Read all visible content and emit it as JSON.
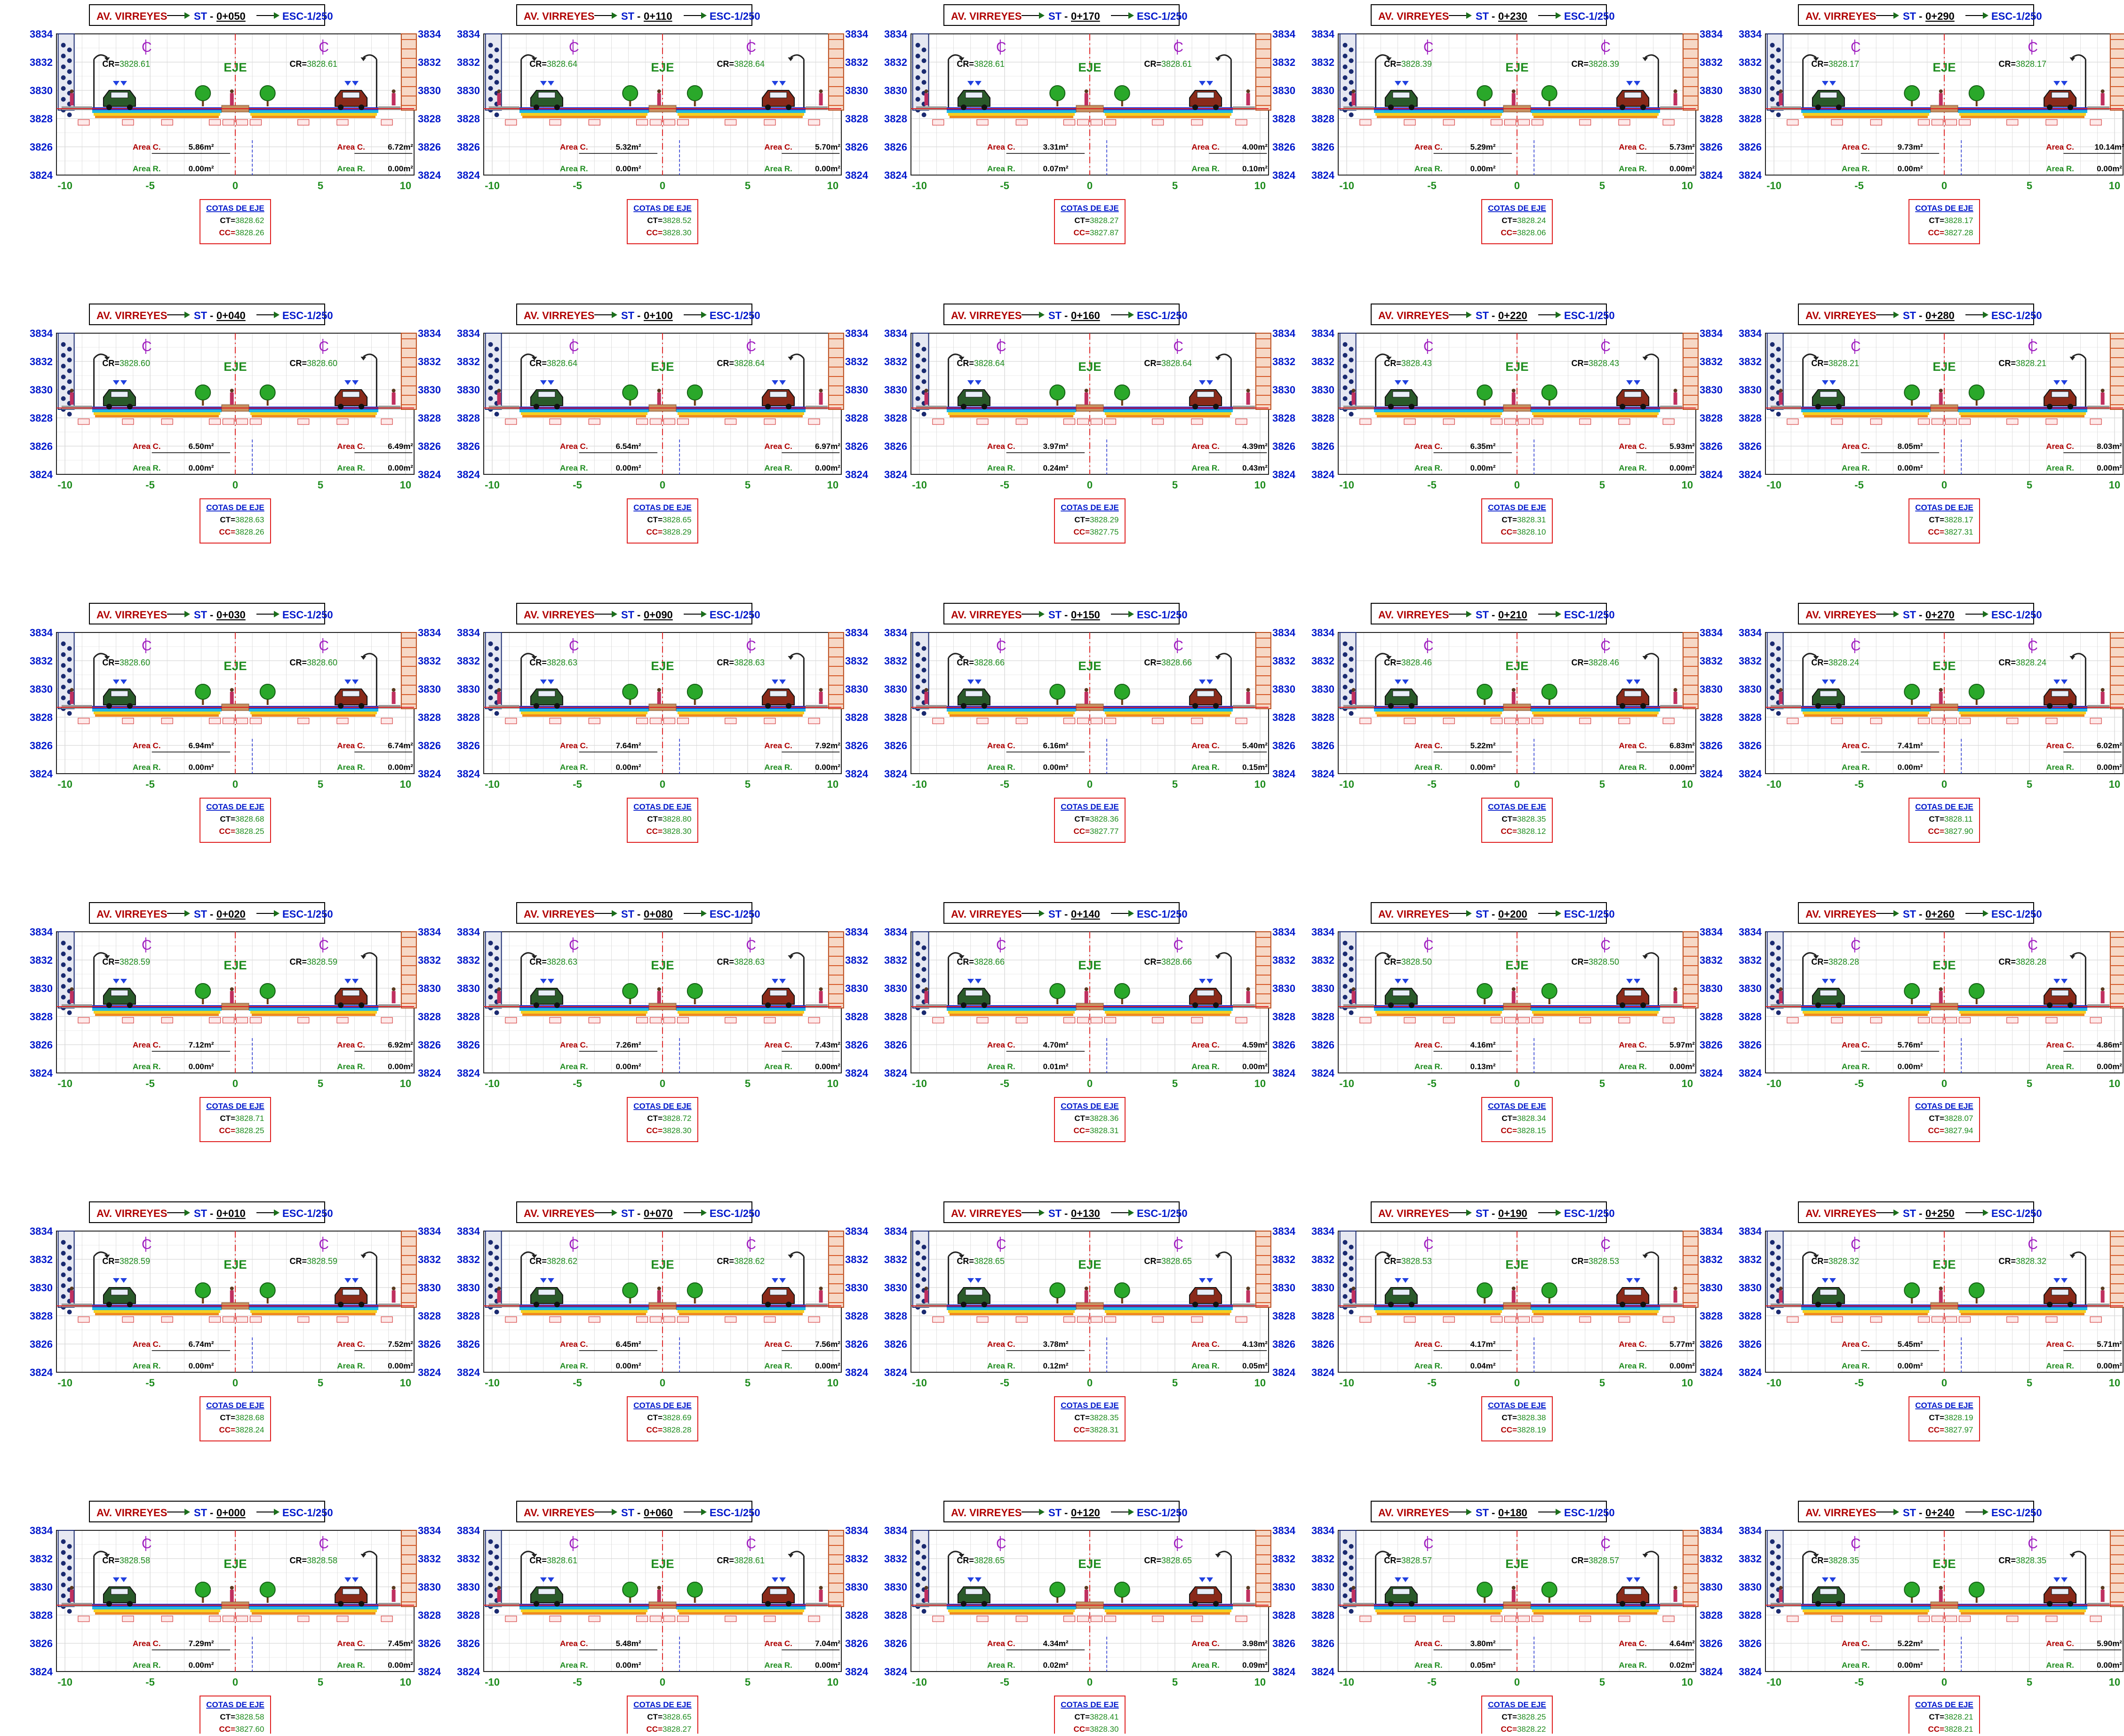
{
  "road_name": "AV. VIRREYES",
  "st_label": "ST",
  "scale_label": "ESC-1/250",
  "eje_label": "EJE",
  "cl_symbol": "C",
  "cota_title": "COTAS DE EJE",
  "ct_prefix": "CT= ",
  "cc_prefix": "CC=",
  "cr_prefix": "CR=",
  "area_c_label": "Area C.",
  "area_r_label": "Area R.",
  "y_ticks": [
    "3834",
    "3832",
    "3830",
    "3828",
    "3826",
    "3824"
  ],
  "x_ticks": [
    "-10",
    "-5",
    "0",
    "5",
    "10"
  ],
  "colors": {
    "title_red": "#b00000",
    "station_blue": "#0018cc",
    "axis_blue": "#0018cc",
    "eje_green": "#1e8c1e",
    "cl_purple": "#a020c0",
    "cota_border": "#e02020",
    "terrain_red": "#e02020",
    "grid": "#d8d8d8"
  },
  "columns": [
    [
      {
        "st": "0+050",
        "cr": "3828.61",
        "ac_l": "5.86m²",
        "ac_r": "6.72m²",
        "ar_l": "0.00m²",
        "ar_r": "0.00m²",
        "ct": "3828.62",
        "cc": "3828.26"
      },
      {
        "st": "0+040",
        "cr": "3828.60",
        "ac_l": "6.50m²",
        "ac_r": "6.49m²",
        "ar_l": "0.00m²",
        "ar_r": "0.00m²",
        "ct": "3828.63",
        "cc": "3828.26"
      },
      {
        "st": "0+030",
        "cr": "3828.60",
        "ac_l": "6.94m²",
        "ac_r": "6.74m²",
        "ar_l": "0.00m²",
        "ar_r": "0.00m²",
        "ct": "3828.68",
        "cc": "3828.25"
      },
      {
        "st": "0+020",
        "cr": "3828.59",
        "ac_l": "7.12m²",
        "ac_r": "6.92m²",
        "ar_l": "0.00m²",
        "ar_r": "0.00m²",
        "ct": "3828.71",
        "cc": "3828.25"
      },
      {
        "st": "0+010",
        "cr": "3828.59",
        "ac_l": "6.74m²",
        "ac_r": "7.52m²",
        "ar_l": "0.00m²",
        "ar_r": "0.00m²",
        "ct": "3828.68",
        "cc": "3828.24"
      },
      {
        "st": "0+000",
        "cr": "3828.58",
        "ac_l": "7.29m²",
        "ac_r": "7.45m²",
        "ar_l": "0.00m²",
        "ar_r": "0.00m²",
        "ct": "3828.58",
        "cc": "3827.60"
      }
    ],
    [
      {
        "st": "0+110",
        "cr": "3828.64",
        "ac_l": "5.32m²",
        "ac_r": "5.70m²",
        "ar_l": "0.00m²",
        "ar_r": "0.00m²",
        "ct": "3828.52",
        "cc": "3828.30"
      },
      {
        "st": "0+100",
        "cr": "3828.64",
        "ac_l": "6.54m²",
        "ac_r": "6.97m²",
        "ar_l": "0.00m²",
        "ar_r": "0.00m²",
        "ct": "3828.65",
        "cc": "3828.29"
      },
      {
        "st": "0+090",
        "cr": "3828.63",
        "ac_l": "7.64m²",
        "ac_r": "7.92m²",
        "ar_l": "0.00m²",
        "ar_r": "0.00m²",
        "ct": "3828.80",
        "cc": "3828.30"
      },
      {
        "st": "0+080",
        "cr": "3828.63",
        "ac_l": "7.26m²",
        "ac_r": "7.43m²",
        "ar_l": "0.00m²",
        "ar_r": "0.00m²",
        "ct": "3828.72",
        "cc": "3828.30"
      },
      {
        "st": "0+070",
        "cr": "3828.62",
        "ac_l": "6.45m²",
        "ac_r": "7.56m²",
        "ar_l": "0.00m²",
        "ar_r": "0.00m²",
        "ct": "3828.69",
        "cc": "3828.28"
      },
      {
        "st": "0+060",
        "cr": "3828.61",
        "ac_l": "5.48m²",
        "ac_r": "7.04m²",
        "ar_l": "0.00m²",
        "ar_r": "0.00m²",
        "ct": "3828.65",
        "cc": "3828.27"
      }
    ],
    [
      {
        "st": "0+170",
        "cr": "3828.61",
        "ac_l": "3.31m²",
        "ac_r": "4.00m²",
        "ar_l": "0.07m²",
        "ar_r": "0.10m²",
        "ct": "3828.27",
        "cc": "3827.87"
      },
      {
        "st": "0+160",
        "cr": "3828.64",
        "ac_l": "3.97m²",
        "ac_r": "4.39m²",
        "ar_l": "0.24m²",
        "ar_r": "0.43m²",
        "ct": "3828.29",
        "cc": "3827.75"
      },
      {
        "st": "0+150",
        "cr": "3828.66",
        "ac_l": "6.16m²",
        "ac_r": "5.40m²",
        "ar_l": "0.00m²",
        "ar_r": "0.15m²",
        "ct": "3828.36",
        "cc": "3827.77"
      },
      {
        "st": "0+140",
        "cr": "3828.66",
        "ac_l": "4.70m²",
        "ac_r": "4.59m²",
        "ar_l": "0.01m²",
        "ar_r": "0.00m²",
        "ct": "3828.36",
        "cc": "3828.31"
      },
      {
        "st": "0+130",
        "cr": "3828.65",
        "ac_l": "3.78m²",
        "ac_r": "4.13m²",
        "ar_l": "0.12m²",
        "ar_r": "0.05m²",
        "ct": "3828.35",
        "cc": "3828.31"
      },
      {
        "st": "0+120",
        "cr": "3828.65",
        "ac_l": "4.34m²",
        "ac_r": "3.98m²",
        "ar_l": "0.02m²",
        "ar_r": "0.09m²",
        "ct": "3828.41",
        "cc": "3828.30"
      }
    ],
    [
      {
        "st": "0+230",
        "cr": "3828.39",
        "ac_l": "5.29m²",
        "ac_r": "5.73m²",
        "ar_l": "0.00m²",
        "ar_r": "0.00m²",
        "ct": "3828.24",
        "cc": "3828.06"
      },
      {
        "st": "0+220",
        "cr": "3828.43",
        "ac_l": "6.35m²",
        "ac_r": "5.93m²",
        "ar_l": "0.00m²",
        "ar_r": "0.00m²",
        "ct": "3828.31",
        "cc": "3828.10"
      },
      {
        "st": "0+210",
        "cr": "3828.46",
        "ac_l": "5.22m²",
        "ac_r": "6.83m²",
        "ar_l": "0.00m²",
        "ar_r": "0.00m²",
        "ct": "3828.35",
        "cc": "3828.12"
      },
      {
        "st": "0+200",
        "cr": "3828.50",
        "ac_l": "4.16m²",
        "ac_r": "5.97m²",
        "ar_l": "0.13m²",
        "ar_r": "0.00m²",
        "ct": "3828.34",
        "cc": "3828.15"
      },
      {
        "st": "0+190",
        "cr": "3828.53",
        "ac_l": "4.17m²",
        "ac_r": "5.77m²",
        "ar_l": "0.04m²",
        "ar_r": "0.00m²",
        "ct": "3828.38",
        "cc": "3828.19"
      },
      {
        "st": "0+180",
        "cr": "3828.57",
        "ac_l": "3.80m²",
        "ac_r": "4.64m²",
        "ar_l": "0.05m²",
        "ar_r": "0.02m²",
        "ct": "3828.25",
        "cc": "3828.22"
      }
    ],
    [
      {
        "st": "0+290",
        "cr": "3828.17",
        "ac_l": "9.73m²",
        "ac_r": "10.14m²",
        "ar_l": "0.00m²",
        "ar_r": "0.00m²",
        "ct": "3828.17",
        "cc": "3827.28"
      },
      {
        "st": "0+280",
        "cr": "3828.21",
        "ac_l": "8.05m²",
        "ac_r": "8.03m²",
        "ar_l": "0.00m²",
        "ar_r": "0.00m²",
        "ct": "3828.17",
        "cc": "3827.31"
      },
      {
        "st": "0+270",
        "cr": "3828.24",
        "ac_l": "7.41m²",
        "ac_r": "6.02m²",
        "ar_l": "0.00m²",
        "ar_r": "0.00m²",
        "ct": "3828.11",
        "cc": "3827.90"
      },
      {
        "st": "0+260",
        "cr": "3828.28",
        "ac_l": "5.76m²",
        "ac_r": "4.86m²",
        "ar_l": "0.00m²",
        "ar_r": "0.00m²",
        "ct": "3828.07",
        "cc": "3827.94"
      },
      {
        "st": "0+250",
        "cr": "3828.32",
        "ac_l": "5.45m²",
        "ac_r": "5.71m²",
        "ar_l": "0.00m²",
        "ar_r": "0.00m²",
        "ct": "3828.19",
        "cc": "3827.97"
      },
      {
        "st": "0+240",
        "cr": "3828.35",
        "ac_l": "5.22m²",
        "ac_r": "5.90m²",
        "ar_l": "0.00m²",
        "ar_r": "0.00m²",
        "ct": "3828.21",
        "cc": "3828.21"
      }
    ]
  ]
}
